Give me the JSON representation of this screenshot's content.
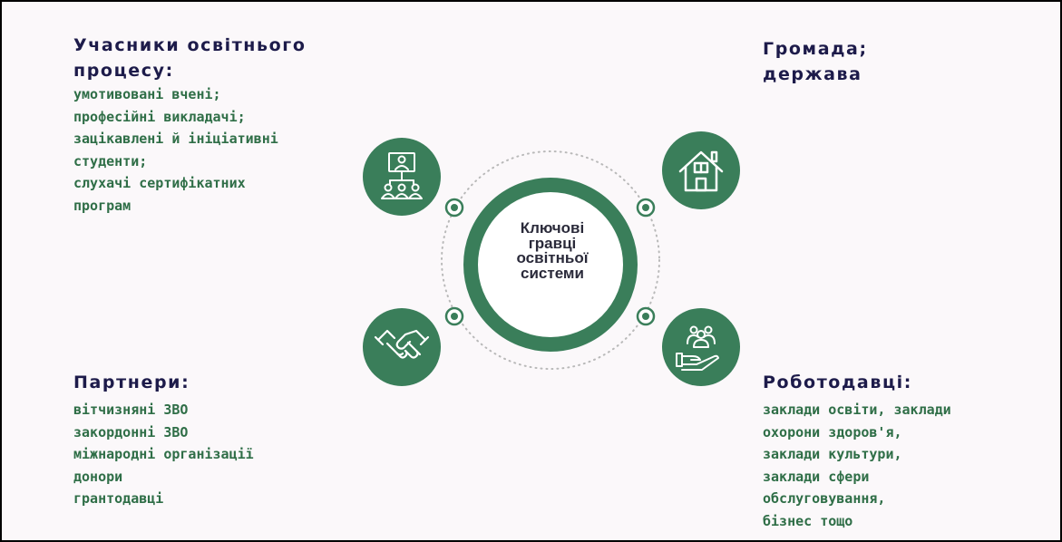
{
  "center": {
    "lines": [
      "Ключові",
      "гравці",
      "освітньої",
      "системи"
    ]
  },
  "top_left": {
    "heading_lines": [
      "Учасники освітнього",
      "процесу:"
    ],
    "items": [
      "умотивовані вчені;",
      "професійні викладачі;",
      "зацікавлені й ініціативні",
      "студенти;",
      "слухачі сертифікатних",
      "програм"
    ]
  },
  "top_right": {
    "heading_lines": [
      "Громада;",
      "держава"
    ]
  },
  "bottom_left": {
    "heading": "Партнери:",
    "items": [
      "вітчизняні ЗВО",
      "закордонні ЗВО",
      "міжнародні організації",
      "донори",
      "грантодавці"
    ]
  },
  "bottom_right": {
    "heading": "Роботодавці:",
    "items": [
      "заклади освіти, заклади",
      "охорони здоров'я,",
      "заклади культури,",
      "заклади сфери",
      "обслуговування,",
      "бізнес тощо"
    ]
  },
  "icons": {
    "top_left": "presentation-audience-icon",
    "top_right": "house-icon",
    "bottom_left": "handshake-icon",
    "bottom_right": "hand-holding-people-icon"
  },
  "colors": {
    "accent_green": "#3a7e5a",
    "text_green": "#2f6e47",
    "heading_navy": "#1d1b4a",
    "background": "#fbf8fa"
  }
}
